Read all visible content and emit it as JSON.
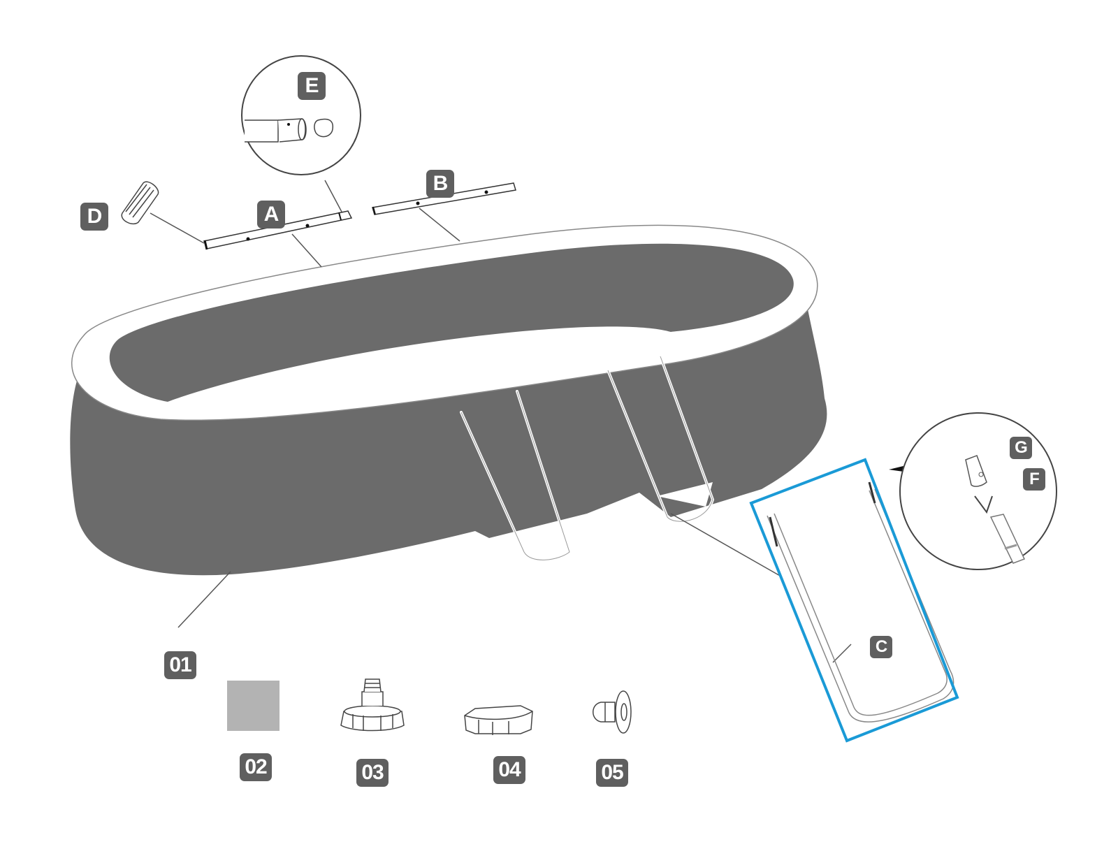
{
  "diagram": {
    "title": "Oval frame pool – parts identification",
    "highlight_color": "#1a9ad6",
    "pool_color": "#6b6b6b",
    "label_color": "#5f5f5f",
    "liner_sample_color": "#b3b3b3"
  },
  "labels": {
    "A": "A",
    "B": "B",
    "C": "C",
    "D": "D",
    "E": "E",
    "F": "F",
    "G": "G",
    "p01": "01",
    "p02": "02",
    "p03": "03",
    "p04": "04",
    "p05": "05"
  },
  "parts": [
    {
      "id": "01",
      "name": "pool-body"
    },
    {
      "id": "02",
      "name": "repair-patch"
    },
    {
      "id": "03",
      "name": "inlet-connector"
    },
    {
      "id": "04",
      "name": "strainer-nut"
    },
    {
      "id": "05",
      "name": "drain-plug"
    },
    {
      "id": "A",
      "name": "horizontal-beam-a"
    },
    {
      "id": "B",
      "name": "horizontal-beam-b"
    },
    {
      "id": "C",
      "name": "u-shape-leg"
    },
    {
      "id": "D",
      "name": "joint-belt"
    },
    {
      "id": "E",
      "name": "end-cap"
    },
    {
      "id": "F",
      "name": "spring-clip"
    },
    {
      "id": "G",
      "name": "leg-cap"
    }
  ]
}
